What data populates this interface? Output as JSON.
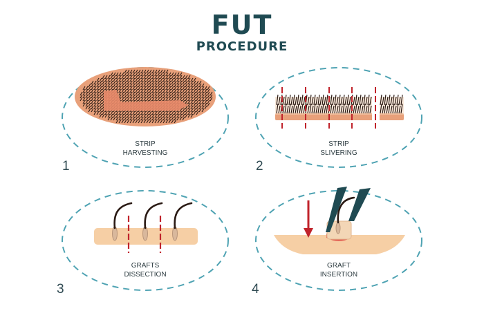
{
  "title": "FUT",
  "subtitle": "PROCEDURE",
  "colors": {
    "title": "#1f4a52",
    "dash": "#4fa3b3",
    "skin": "#f2c7a0",
    "skin_dark": "#e8a07a",
    "hair": "#2a1a14",
    "cut": "#c0232b",
    "tool": "#1f4a52"
  },
  "steps": [
    {
      "number": "1",
      "label_line1": "STRIP",
      "label_line2": "HARVESTING"
    },
    {
      "number": "2",
      "label_line1": "STRIP",
      "label_line2": "SLIVERING"
    },
    {
      "number": "3",
      "label_line1": "GRAFTS",
      "label_line2": "DISSECTION"
    },
    {
      "number": "4",
      "label_line1": "GRAFT",
      "label_line2": "INSERTION"
    }
  ]
}
